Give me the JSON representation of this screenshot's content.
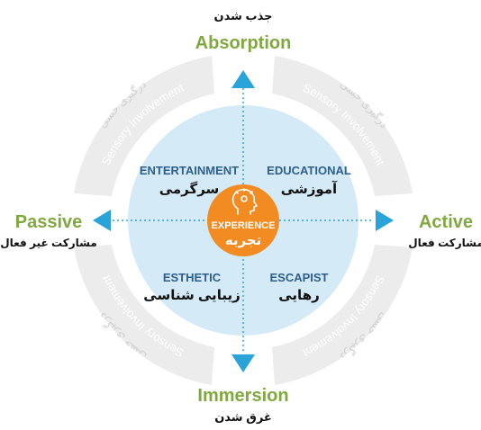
{
  "diagram": {
    "axes": {
      "top": {
        "label_fa": "جذب شدن",
        "label_en": "Absorption"
      },
      "bottom": {
        "label_en": "Immersion",
        "label_fa": "غرق شدن"
      },
      "left": {
        "label_en": "Passive",
        "label_fa": "مشارکت غیر فعال"
      },
      "right": {
        "label_en": "Active",
        "label_fa": "مشارکت فعال"
      }
    },
    "quadrants": {
      "top_left": {
        "label_en": "ENTERTAINMENT",
        "label_fa": "سرگرمی"
      },
      "top_right": {
        "label_en": "EDUCATIONAL",
        "label_fa": "آموزشی"
      },
      "bottom_left": {
        "label_en": "ESTHETIC",
        "label_fa": "زیبایی شناسی"
      },
      "bottom_right": {
        "label_en": "ESCAPIST",
        "label_fa": "رهایی"
      }
    },
    "center": {
      "label_en": "EXPERIENCE",
      "label_fa": "تجربه"
    },
    "outer_ring": {
      "label_en": "Sensory Involvement",
      "label_fa": "درگیری حسی"
    },
    "colors": {
      "axis_green": "#7fa83d",
      "arrow_blue": "#2aa3d9",
      "quadrant_text_blue": "#2d5f8a",
      "inner_circle": "#d4eaf7",
      "center_orange": "#f28c22",
      "ring_gray": "#ececec",
      "ring_text_gray": "#d0d0d0",
      "dotted_line": "#2aa3d9"
    }
  }
}
